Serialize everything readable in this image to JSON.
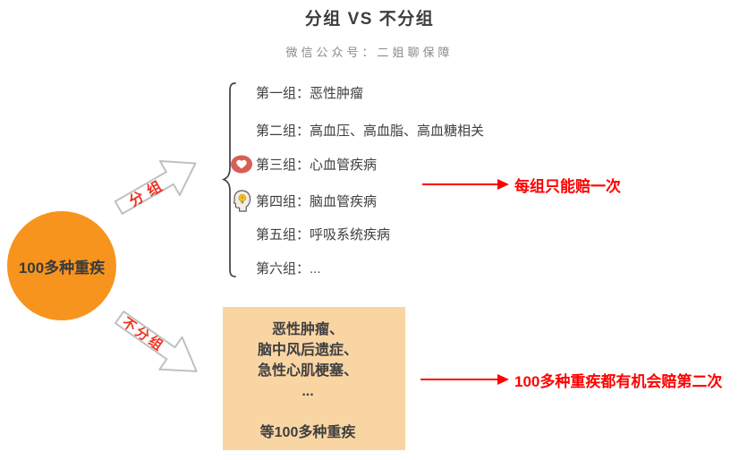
{
  "header": {
    "title": "分组 VS 不分组",
    "subtitle": "微信公众号：二姐聊保障"
  },
  "source": {
    "label": "100多种重疾"
  },
  "grouped_branch": {
    "arrow_label": "分组",
    "groups": [
      {
        "label": "第一组：恶性肿瘤"
      },
      {
        "label": "第二组：高血压、高血脂、高血糖相关"
      },
      {
        "label": "第三组：心血管疾病",
        "icon": "heart-icon"
      },
      {
        "label": "第四组：脑血管疾病",
        "icon": "head-idea-icon"
      },
      {
        "label": "第五组：呼吸系统疾病"
      },
      {
        "label": "第六组：..."
      }
    ],
    "annotation": "每组只能赔一次"
  },
  "ungrouped_branch": {
    "arrow_label": "不分组",
    "box_lines": [
      "恶性肿瘤、",
      "脑中风后遗症、",
      "急性心肌梗塞、",
      "...",
      "等100多种重疾"
    ],
    "annotation": "100多种重疾都有机会赔第二次"
  },
  "colors": {
    "circle_orange": "#f7941e",
    "box_orange": "#fad5a4",
    "annotation_red": "#ff0000",
    "arrow_label_red": "#ec3323",
    "arrow_outline_gray": "#c0c0c0",
    "text_dark": "#3d3d3d",
    "subtitle_gray": "#8a8a8a"
  }
}
